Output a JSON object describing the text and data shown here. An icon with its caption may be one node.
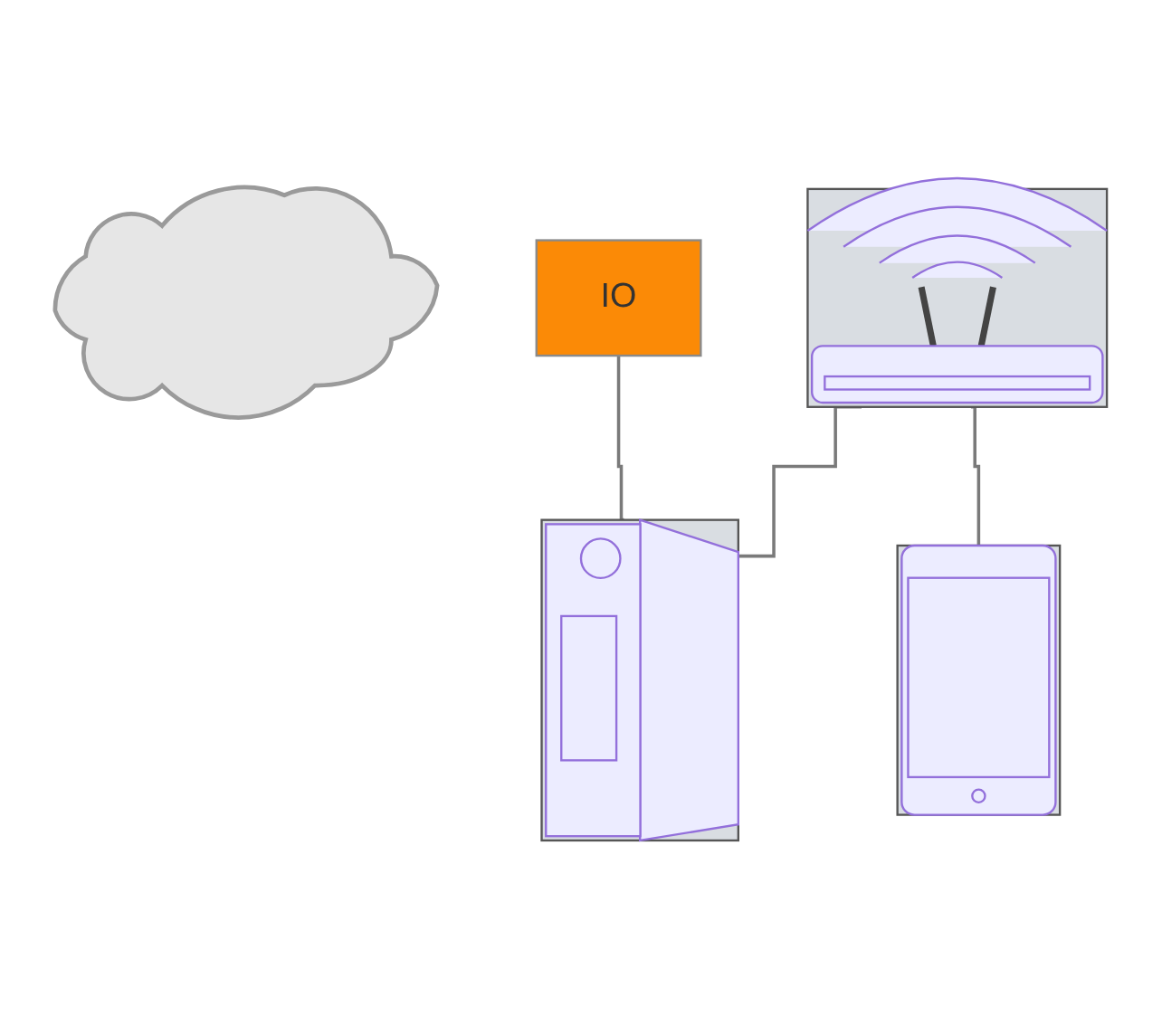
{
  "diagram": {
    "nodes": [
      {
        "text": [],
        "shape": "cloud"
      },
      {
        "text": [
          "IO"
        ]
      },
      {
        "text": [],
        "shape": "picture"
      },
      {
        "text": [],
        "shape": "picture"
      },
      {
        "text": [],
        "shape": "picture"
      }
    ],
    "edges": [
      {
        "from": 1,
        "to": 4,
        "arrow": "none"
      },
      {
        "from": 2,
        "to": 4,
        "arrow": "none"
      },
      {
        "from": 2,
        "to": 3,
        "arrow": "none"
      }
    ]
  }
}
